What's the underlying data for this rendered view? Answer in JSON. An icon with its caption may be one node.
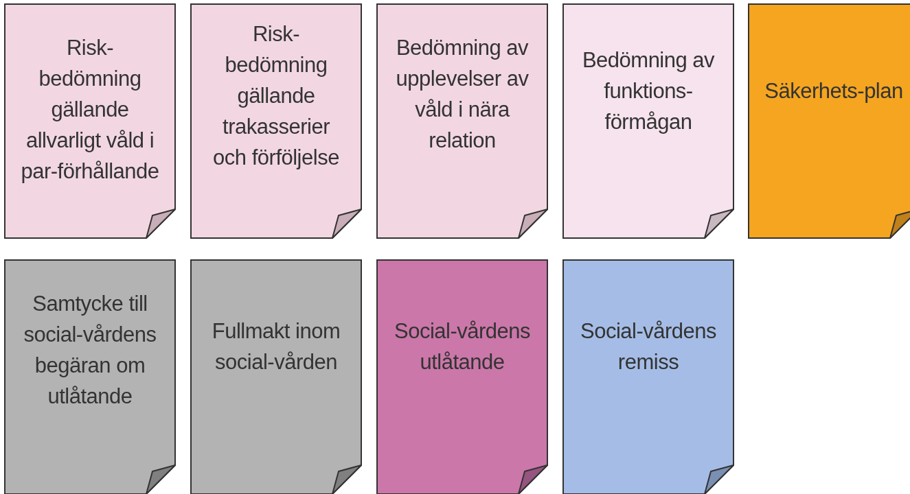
{
  "diagram": {
    "nodes": [
      {
        "text": [
          "Risk-bedömning gällande allvarligt våld i par-förhållande"
        ]
      },
      {
        "text": [
          "Risk-bedömning gällande trakasserier och förföljelse"
        ]
      },
      {
        "text": [
          "Bedömning av upplevelser av våld i nära relation"
        ]
      },
      {
        "text": [
          "Bedömning av funktions-förmågan"
        ]
      },
      {
        "text": [
          "Säkerhets-plan"
        ]
      },
      {
        "text": [
          "Samtycke till social-vårdens begäran om utlåtande"
        ]
      },
      {
        "text": [
          "Fullmakt inom social-vården"
        ]
      },
      {
        "text": [
          "Social-vårdens utlåtande"
        ]
      },
      {
        "text": [
          "Social-vårdens remiss"
        ]
      }
    ]
  }
}
